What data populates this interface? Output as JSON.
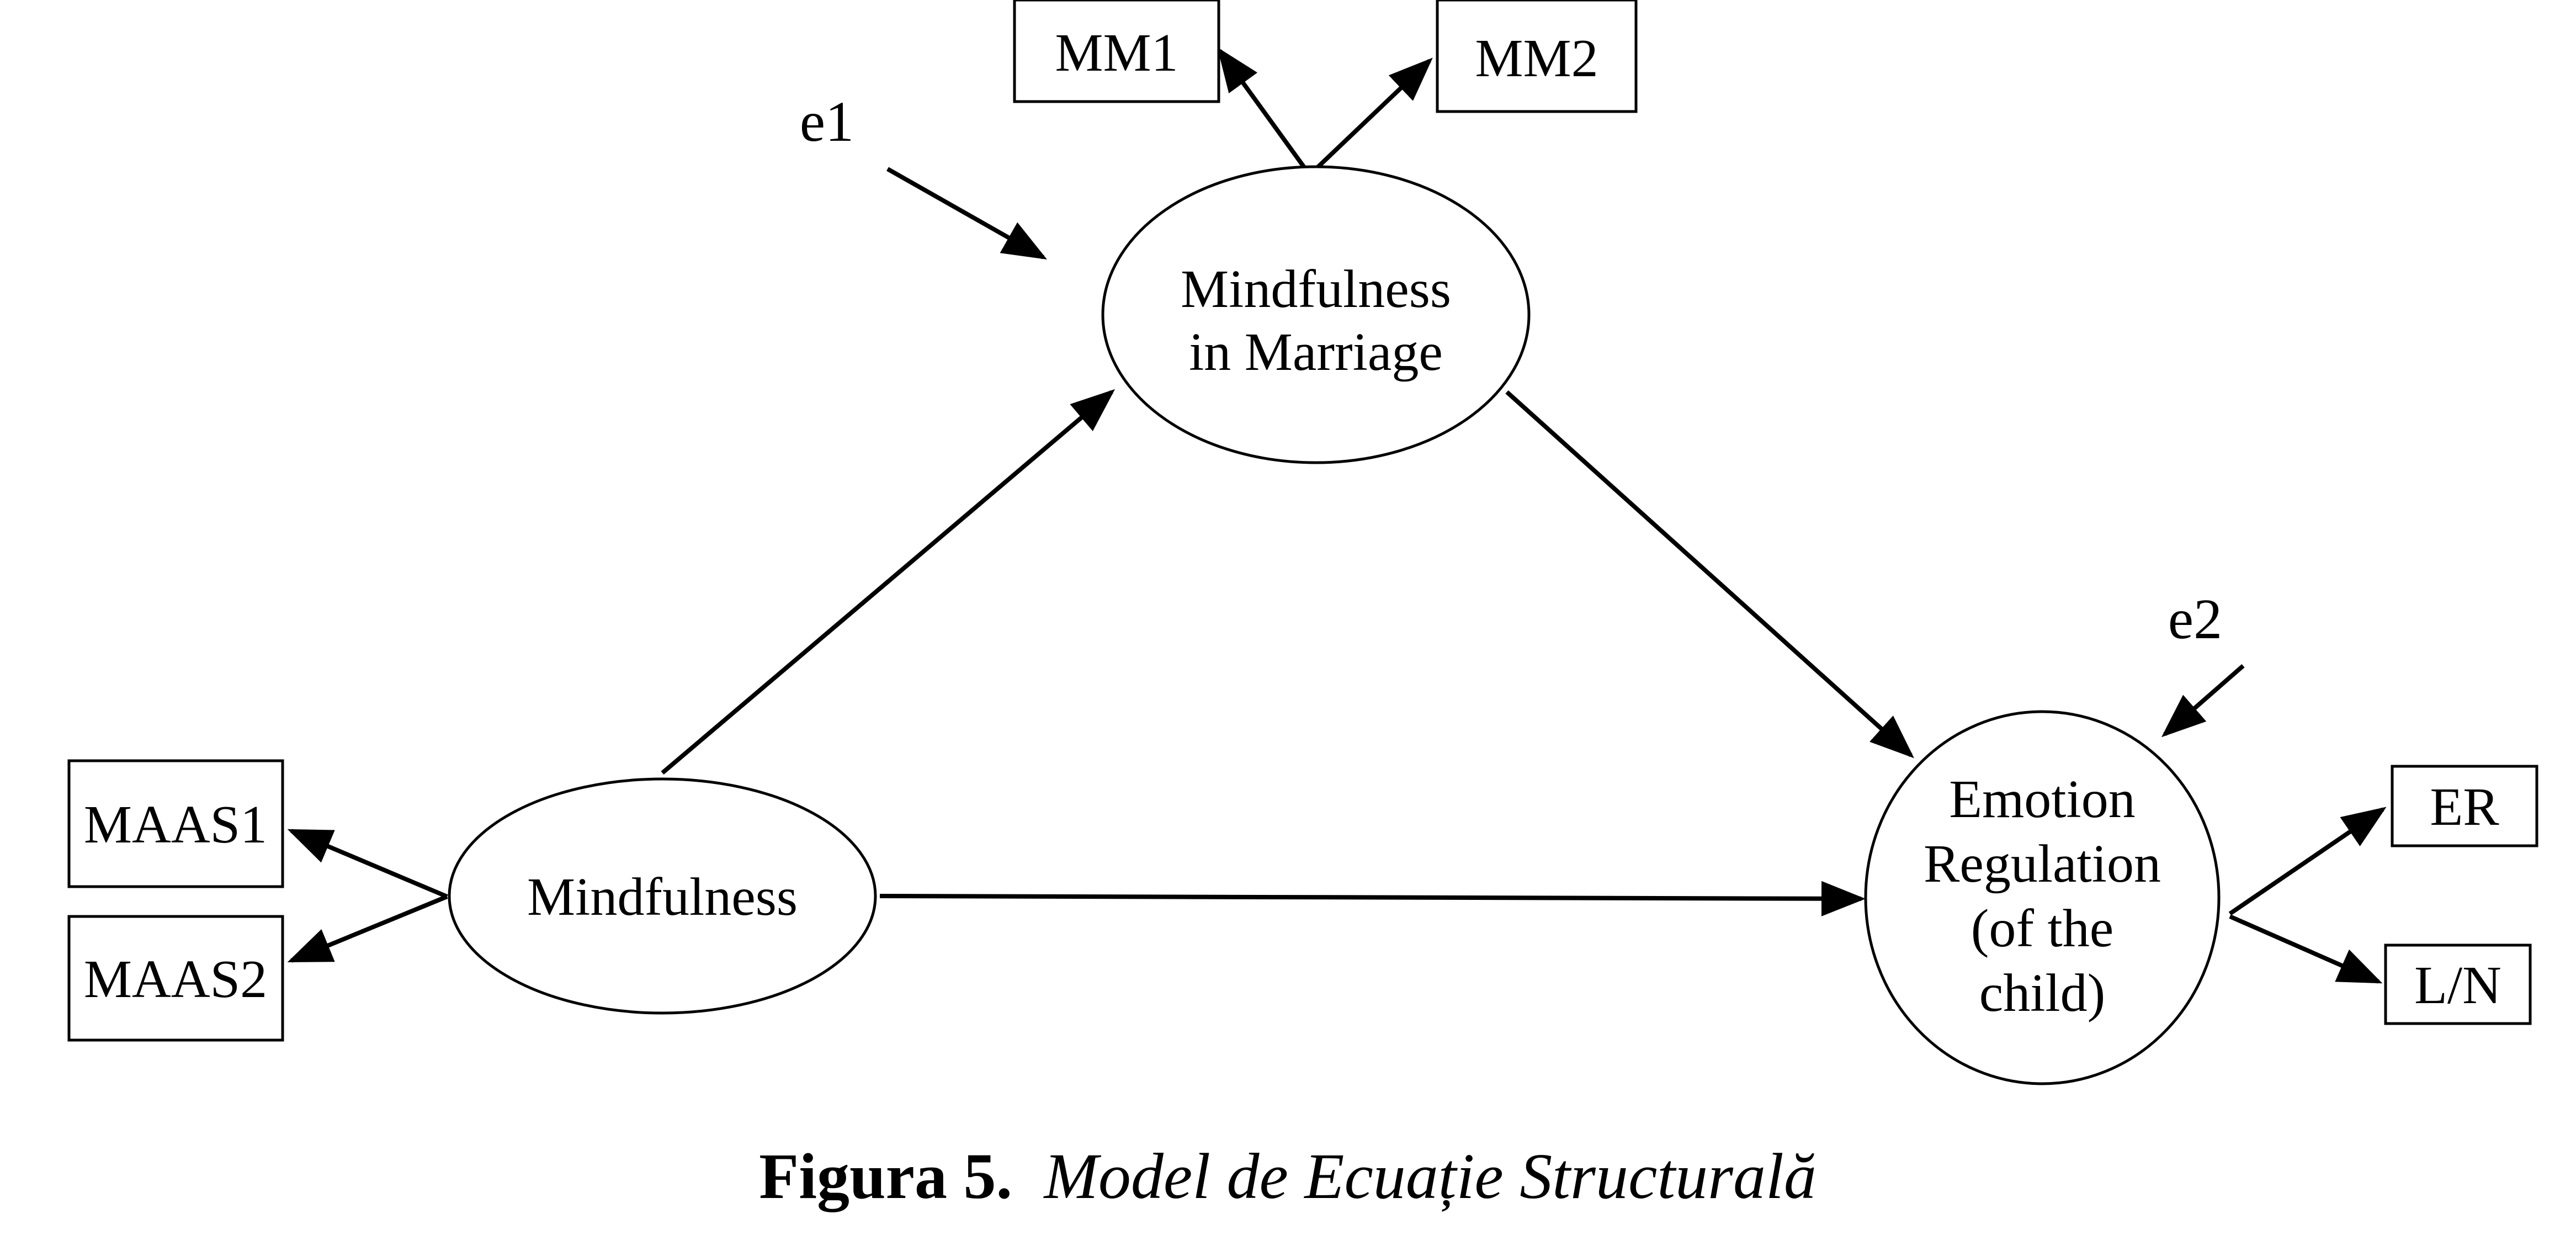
{
  "diagram": {
    "latent": {
      "mindfulness": {
        "lines": [
          "Mindfulness"
        ]
      },
      "mindfulness_in_marriage": {
        "lines": [
          "Mindfulness",
          "in Marriage"
        ]
      },
      "emotion_regulation": {
        "lines": [
          "Emotion",
          "Regulation",
          "(of the",
          "child)"
        ]
      }
    },
    "indicators": {
      "maas1": "MAAS1",
      "maas2": "MAAS2",
      "mm1": "MM1",
      "mm2": "MM2",
      "er": "ER",
      "ln": "L/N"
    },
    "errors": {
      "e1": "e1",
      "e2": "e2"
    }
  },
  "caption": {
    "label": "Figura 5.",
    "title": "Model de Ecuație Structurală"
  }
}
